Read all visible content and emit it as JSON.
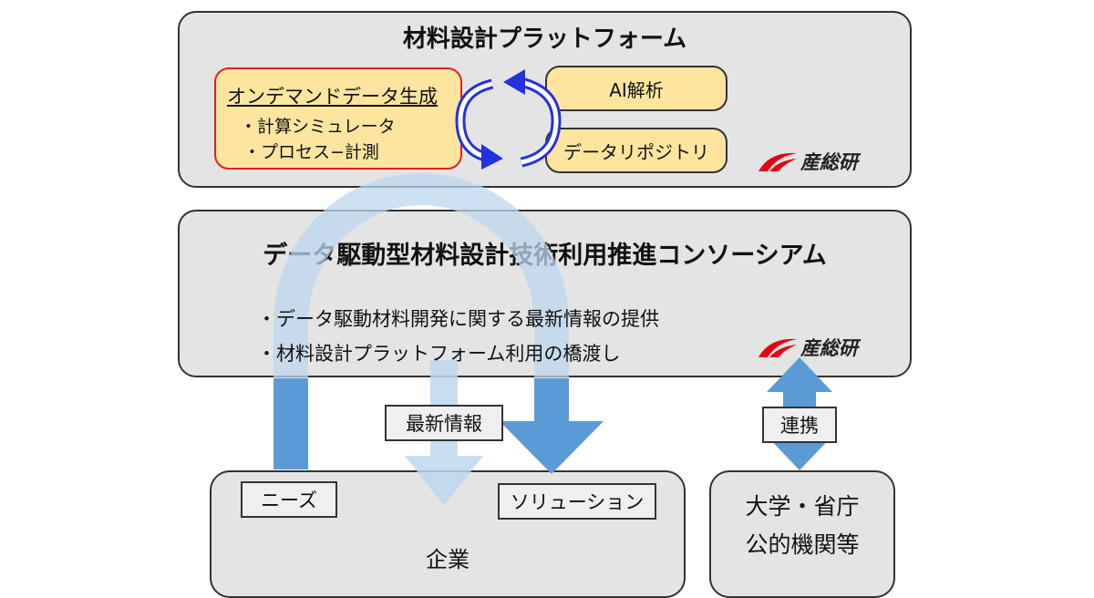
{
  "platform": {
    "title": "材料設計プラットフォーム",
    "ondemand": {
      "heading": "オンデマンドデータ生成",
      "items": [
        "・計算シミュレータ",
        "・プロセス−計測"
      ]
    },
    "ai_label": "AI解析",
    "repository_label": "データリポジトリ",
    "logo_text": "産総研"
  },
  "consortium": {
    "title": "データ駆動型材料設計技術利用推進コンソーシアム",
    "bullets": [
      "・データ駆動材料開発に関する最新情報の提供",
      "・材料設計プラットフォーム利用の橋渡し"
    ],
    "logo_text": "産総研"
  },
  "flows": {
    "latest_info": "最新情報",
    "collaboration": "連携",
    "needs": "ニーズ",
    "solution": "ソリューション"
  },
  "company": {
    "label": "企業"
  },
  "academia": {
    "line1": "大学・省庁",
    "line2": "公的機関等"
  },
  "colors": {
    "box_gray": "#e4e4e4",
    "yellow": "#fde5a0",
    "red_border": "#e02020",
    "blue_arrow": "#5b9bd5",
    "light_blue_arrow": "#bdd7ee",
    "cycle_blue": "#2233dd",
    "logo_red": "#e60012"
  }
}
